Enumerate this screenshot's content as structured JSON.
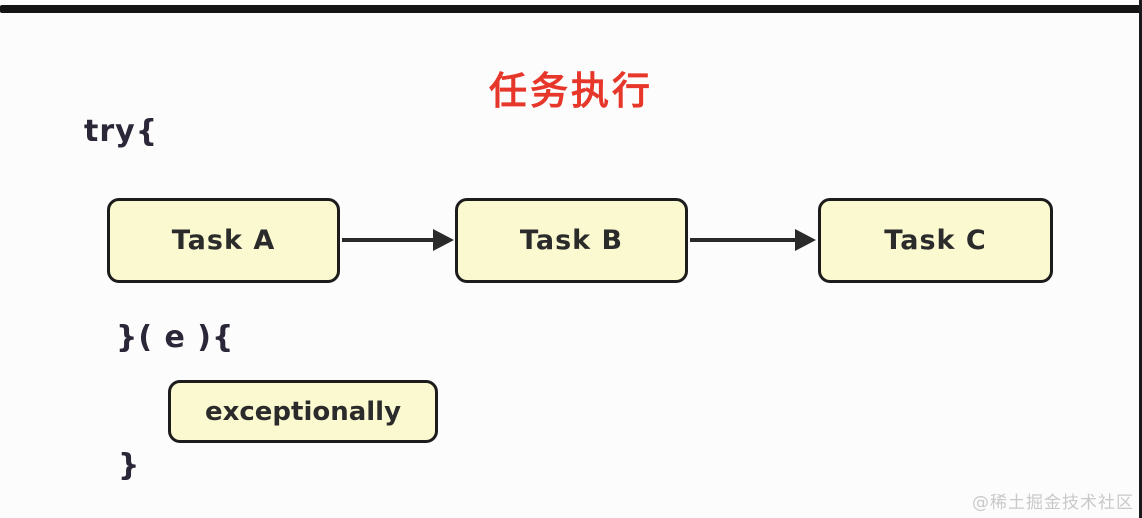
{
  "title": "任务执行",
  "code": {
    "try_open": "try{",
    "catch_line": "}( e ){",
    "close_brace": "}"
  },
  "flow": {
    "tasks": [
      {
        "label": "Task A"
      },
      {
        "label": "Task B"
      },
      {
        "label": "Task C"
      }
    ]
  },
  "exception_handler": {
    "label": "exceptionally"
  },
  "watermark": "@稀土掘金技术社区",
  "colors": {
    "title_red": "#e6372a",
    "box_fill": "#fbf9d0",
    "box_border": "#1c1c1c",
    "code_text": "#2b2638",
    "arrow": "#2a2a2a",
    "watermark_gray": "#c9c9c9",
    "top_bar": "#141414"
  }
}
